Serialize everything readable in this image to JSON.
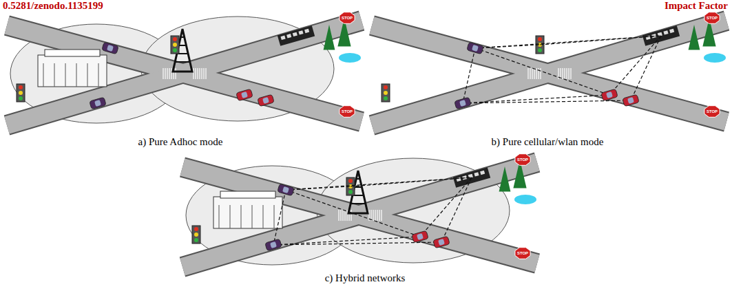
{
  "diagram": {
    "labels": [
      "0.5281/zenodo.1135199",
      "Impact Factor",
      "STOP",
      "STOP",
      "a) Pure Adhoc mode",
      "STOP",
      "STOP",
      "b) Pure cellular/wlan mode",
      "STOP",
      "STOP",
      "c) Hybrid networks"
    ]
  }
}
